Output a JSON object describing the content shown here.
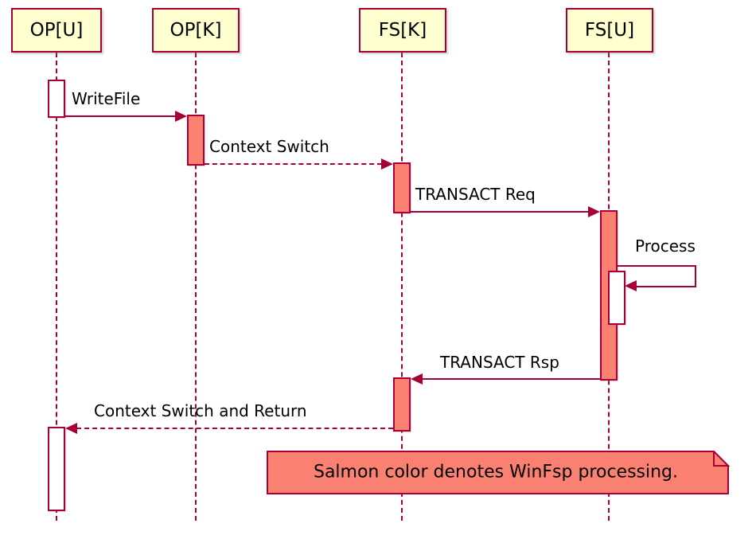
{
  "diagram": {
    "type": "sequence",
    "participants": [
      {
        "label": "OP[U]"
      },
      {
        "label": "OP[K]"
      },
      {
        "label": "FS[K]"
      },
      {
        "label": "FS[U]"
      }
    ],
    "messages": [
      {
        "label": "WriteFile",
        "from": "OP[U]",
        "to": "OP[K]",
        "style": "solid"
      },
      {
        "label": "Context Switch",
        "from": "OP[K]",
        "to": "FS[K]",
        "style": "dashed"
      },
      {
        "label": "TRANSACT Req",
        "from": "FS[K]",
        "to": "FS[U]",
        "style": "solid"
      },
      {
        "label": "Process",
        "from": "FS[U]",
        "to": "FS[U]",
        "style": "solid"
      },
      {
        "label": "TRANSACT Rsp",
        "from": "FS[U]",
        "to": "FS[K]",
        "style": "solid"
      },
      {
        "label": "Context Switch and Return",
        "from": "FS[K]",
        "to": "OP[U]",
        "style": "dashed"
      }
    ],
    "note": {
      "text": "Salmon color denotes WinFsp processing."
    },
    "colors": {
      "participant_fill": "#FEFECE",
      "border": "#A80036",
      "activation_salmon": "#FA8072",
      "activation_white": "#FFFFFF",
      "text": "#000000"
    }
  }
}
